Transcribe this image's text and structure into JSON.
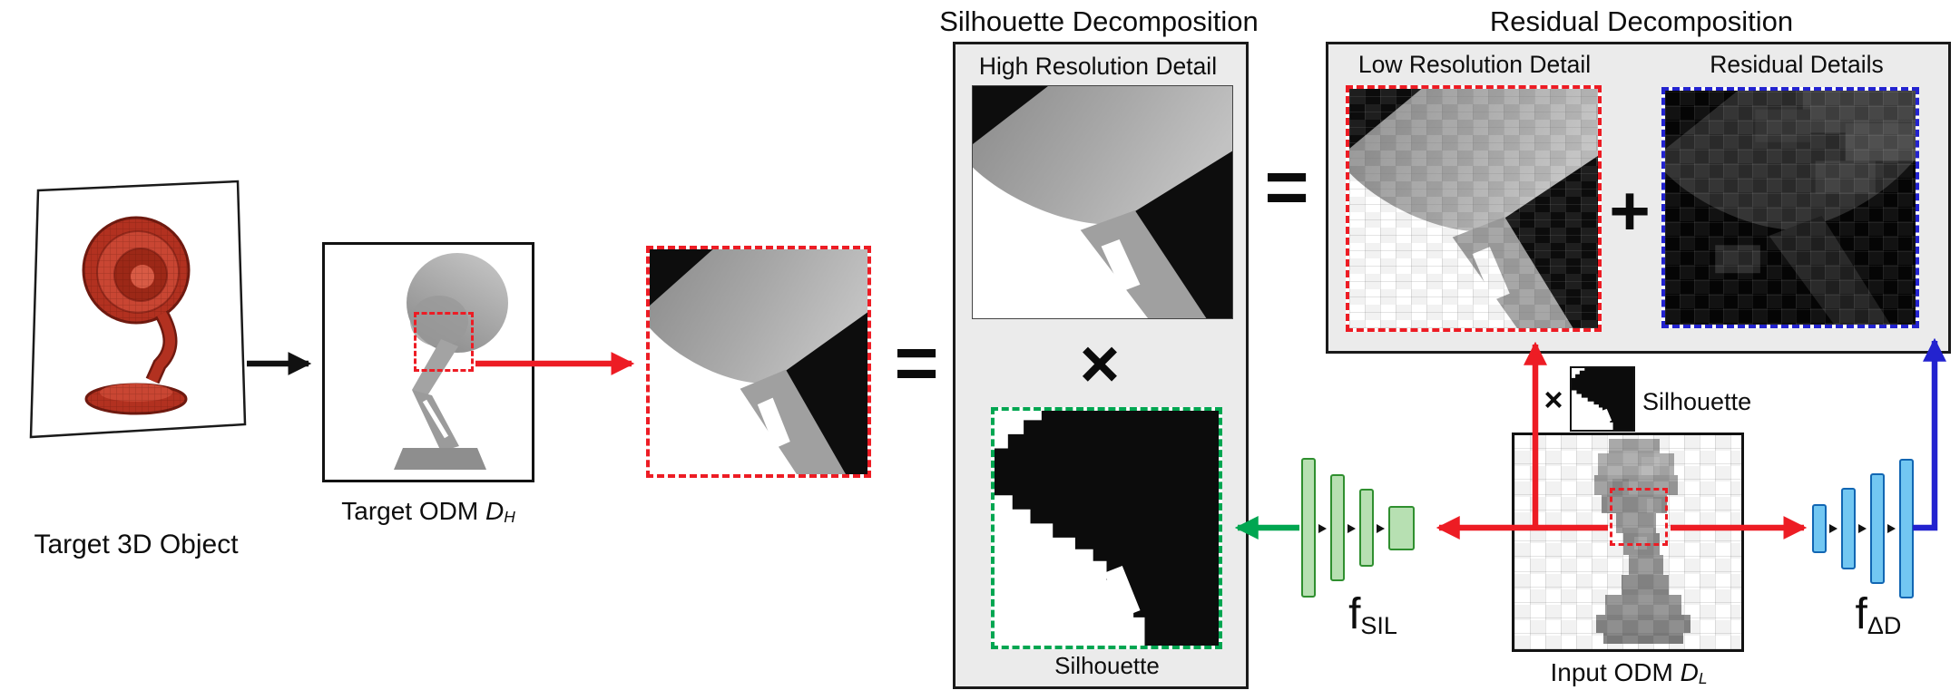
{
  "titles": {
    "silhouette": "Silhouette Decomposition",
    "residual": "Residual Decomposition"
  },
  "captions": {
    "high_res": "High Resolution Detail",
    "low_res": "Low Resolution Detail",
    "residual": "Residual Details",
    "silhouette": "Silhouette"
  },
  "operators": {
    "equals_detail": "=",
    "equals_panels": "=",
    "multiply": "×",
    "plus": "+"
  },
  "object_labels": {
    "target_object": "Target 3D Object",
    "target_odm": {
      "text": "Target ODM ",
      "variable": "D",
      "subscript": "H"
    },
    "input_odm": {
      "text": "Input ODM ",
      "variable": "D",
      "subscript": "L"
    }
  },
  "mask_note": {
    "times": "×",
    "label": "Silhouette"
  },
  "networks": {
    "f_sil": {
      "base": "f",
      "subscript": "SIL"
    },
    "f_delta": {
      "base": "f",
      "subscript": "ΔD"
    }
  },
  "colors": {
    "red_accent": "#ed1c24",
    "green_accent": "#00a651",
    "blue_accent": "#2323cf",
    "panel_background": "#ebebeb",
    "object_red": "#b23120"
  }
}
